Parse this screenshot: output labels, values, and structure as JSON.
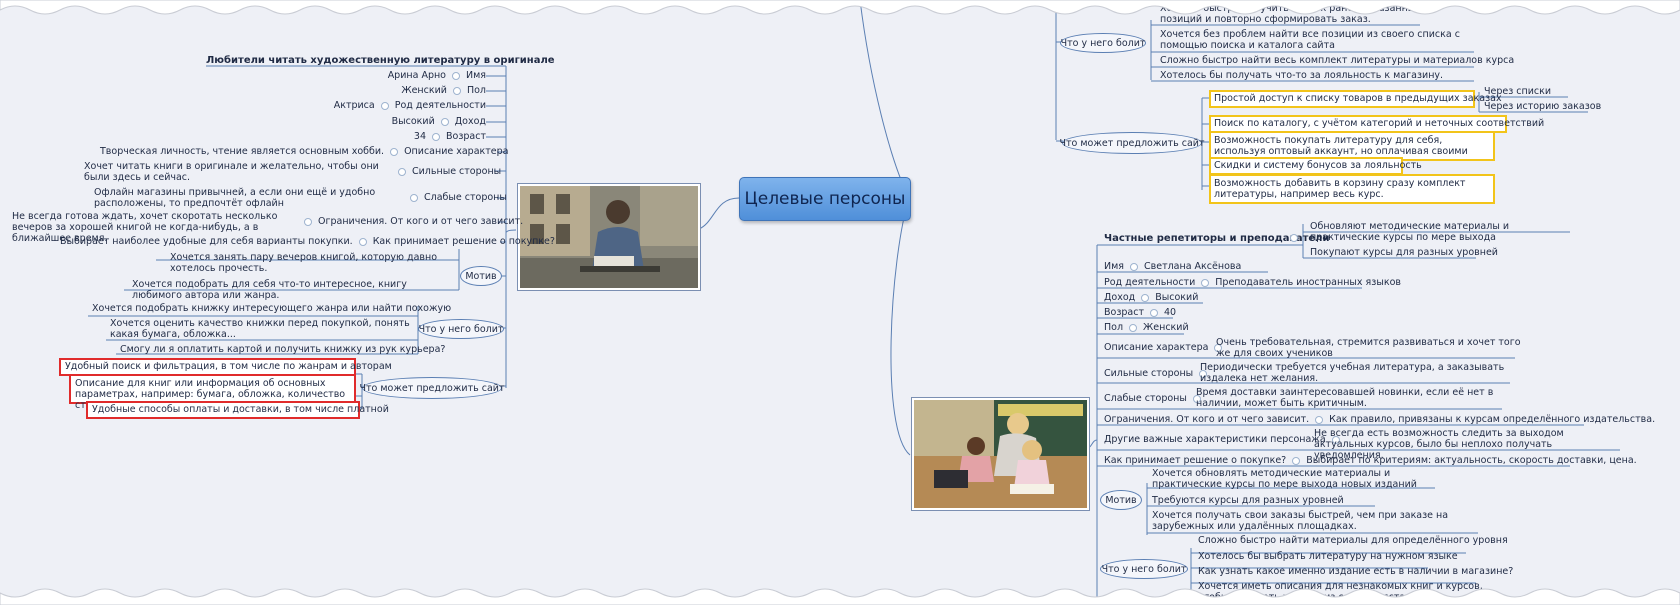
{
  "center": {
    "label": "Целевые персоны"
  },
  "left": {
    "title": "Любители читать художественную литературу в оригинале",
    "attrs": [
      {
        "value": "Арина Арно",
        "key": "Имя"
      },
      {
        "value": "Женский",
        "key": "Пол"
      },
      {
        "value": "Актриса",
        "key": "Род деятельности"
      },
      {
        "value": "Высокий",
        "key": "Доход"
      },
      {
        "value": "34",
        "key": "Возраст"
      },
      {
        "value": "Творческая личность, чтение является основным хобби.",
        "key": "Описание характера"
      },
      {
        "value": "Хочет читать книги в оригинале и желательно, чтобы они были здесь и сейчас.",
        "key": "Сильные стороны"
      },
      {
        "value": "Офлайн магазины привычней, а если они ещё и удобно расположены, то предпочтёт офлайн",
        "key": "Слабые стороны"
      },
      {
        "value": "Не всегда готова ждать, хочет скоротать несколько вечеров за хорошей книгой не когда-нибудь, а в ближайшее время.",
        "key": "Ограничения. От кого и от чего зависит."
      },
      {
        "value": "Выбирает наиболее удобные для себя варианты покупки.",
        "key": "Как принимает решение о покупке?"
      }
    ],
    "motiv": {
      "label": "Мотив",
      "items": [
        "Хочется занять пару вечеров книгой, которую давно хотелось прочесть.",
        "Хочется подобрать для себя что-то интересное, книгу любимого автора или жанра."
      ]
    },
    "pain": {
      "label": "Что у него болит",
      "items": [
        "Хочется подобрать книжку интересующего жанра или найти похожую",
        "Хочется оценить качество книжки перед покупкой, понять какая бумага, обложка...",
        "Смогу ли я оплатить картой и получить книжку из рук курьера?"
      ]
    },
    "offer": {
      "label": "Что может предложить сайт",
      "items": [
        "Удобный поиск и фильтрация, в том числе по жанрам и авторам",
        "Описание для книг или информация об основных параметрах, например: бумага, обложка, количество страниц",
        "Удобные способы оплаты и доставки, в том числе платной"
      ]
    }
  },
  "right_top": {
    "pain": {
      "label": "Что у него болит",
      "items": [
        "Хочется быстро получить список ранее заказанных позиций и повторно сформировать заказ.",
        "Хочется без проблем найти все позиции из своего списка с помощью поиска и каталога сайта",
        "Сложно быстро найти весь комплект литературы и материалов курса",
        "Хотелось бы получать что-то за лояльность к магазину."
      ]
    },
    "offer": {
      "label": "Что может предложить сайт",
      "items": [
        "Простой доступ к списку товаров в предыдущих заказах",
        "Поиск по каталогу, с учётом категорий и неточных соответствий",
        "Возможность покупать литературу для себя, используя оптовый аккаунт, но оплачивая своими средствами, например картой.",
        "Скидки и систему бонусов за лояльность",
        "Возможность добавить в корзину сразу комплект литературы, например весь курс."
      ],
      "sub": [
        "Через списки",
        "Через историю заказов"
      ]
    }
  },
  "right": {
    "title": "Частные репетиторы и преподаватели",
    "title_notes": [
      "Обновляют методические материалы и практические курсы по мере выхода",
      "Покупают курсы для разных уровней"
    ],
    "attrs": [
      {
        "key": "Имя",
        "value": "Светлана Аксёнова"
      },
      {
        "key": "Род деятельности",
        "value": "Преподаватель иностранных языков"
      },
      {
        "key": "Доход",
        "value": "Высокий"
      },
      {
        "key": "Возраст",
        "value": "40"
      },
      {
        "key": "Пол",
        "value": "Женский"
      },
      {
        "key": "Описание характера",
        "value": "Очень требовательная, стремится развиваться и хочет того же для своих учеников"
      },
      {
        "key": "Сильные стороны",
        "value": "Периодически требуется учебная литература, а заказывать издалека нет желания."
      },
      {
        "key": "Слабые стороны",
        "value": "Время доставки заинтересовавшей новинки, если её нет в наличии, может быть критичным."
      },
      {
        "key": "Ограничения. От кого и от чего зависит.",
        "value": "Как правило, привязаны к курсам определённого издательства."
      },
      {
        "key": "Другие важные характеристики персонажа",
        "value": "Не всегда есть возможность следить за выходом актуальных курсов, было бы неплохо получать уведомления."
      },
      {
        "key": "Как принимает решение о покупке?",
        "value": "Выбирает по критериям: актуальность, скорость доставки, цена."
      }
    ],
    "motiv": {
      "label": "Мотив",
      "items": [
        "Хочется обновлять методические материалы и практические курсы по мере выхода новых изданий",
        "Требуются курсы для разных уровней",
        "Хочется получать свои заказы быстрей, чем при заказе на зарубежных или удалённых площадках."
      ]
    },
    "pain": {
      "label": "Что у него болит",
      "items": [
        "Сложно быстро найти материалы для определённого уровня",
        "Хотелось бы выбрать литературу на нужном языке",
        "Как узнать какое именно издание есть в наличии в магазине?",
        "Хочется иметь описания для незнакомых книг и курсов, чтобы понимать что они из себя представляют"
      ]
    }
  },
  "colors": {
    "background": "#eef0f6",
    "line": "#5b7fb3",
    "red_frame": "#e02b2b",
    "yellow_frame": "#f2c41a",
    "center_fill": "#5d97dc"
  }
}
